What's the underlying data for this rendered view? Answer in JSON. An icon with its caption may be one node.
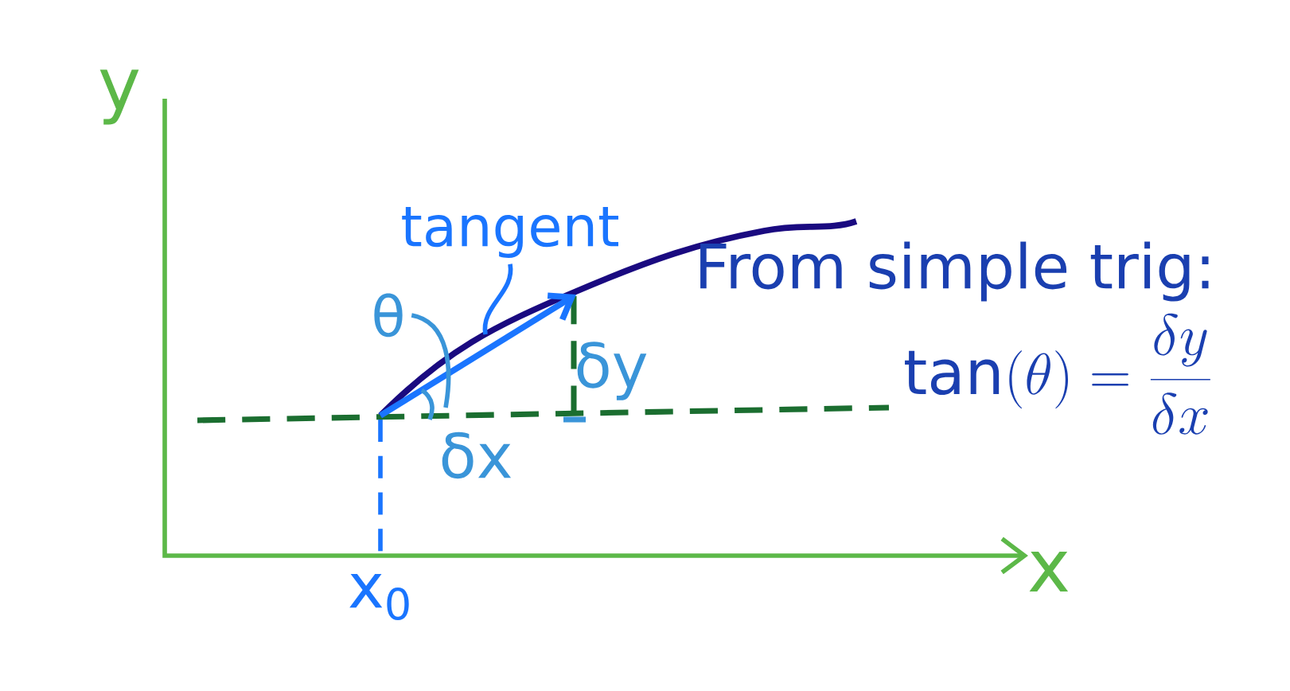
{
  "diagram": {
    "nodes": [
      {
        "text": [
          "tangent"
        ]
      },
      {
        "text": [
          "θ"
        ]
      }
    ],
    "edges": [
      {
        "from": 0,
        "to": null,
        "arrow": "none"
      },
      {
        "from": 1,
        "to": null,
        "arrow": "none"
      }
    ],
    "labels": [
      "y",
      "x",
      "δy",
      "δx",
      "x$_{0}$",
      "From simple trig:",
      "\\tan(\\theta) = \\frac{\\delta y}{\\delta x}"
    ]
  }
}
